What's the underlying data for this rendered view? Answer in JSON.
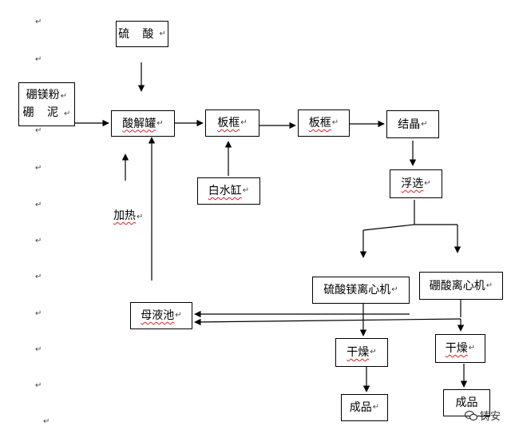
{
  "nodes": {
    "sulfuric_acid": "硫 酸",
    "boron_mag_powder": "硼镁粉",
    "boron_mud": "硼 泥",
    "acid_tank": "酸解罐",
    "filter_press_1": "板框",
    "filter_press_2": "板框",
    "crystallization": "结晶",
    "white_water_tank": "白水缸",
    "heating": "加热",
    "flotation": "浮选",
    "mgso4_centrifuge": "硫酸镁离心机",
    "boric_centrifuge": "硼酸离心机",
    "mother_liquor_pool": "母液池",
    "dry_1": "干燥",
    "dry_2": "干燥",
    "product_1": "成品",
    "product_2": "成品"
  },
  "paragraph_mark": "↵",
  "watermark_text": "铸安"
}
